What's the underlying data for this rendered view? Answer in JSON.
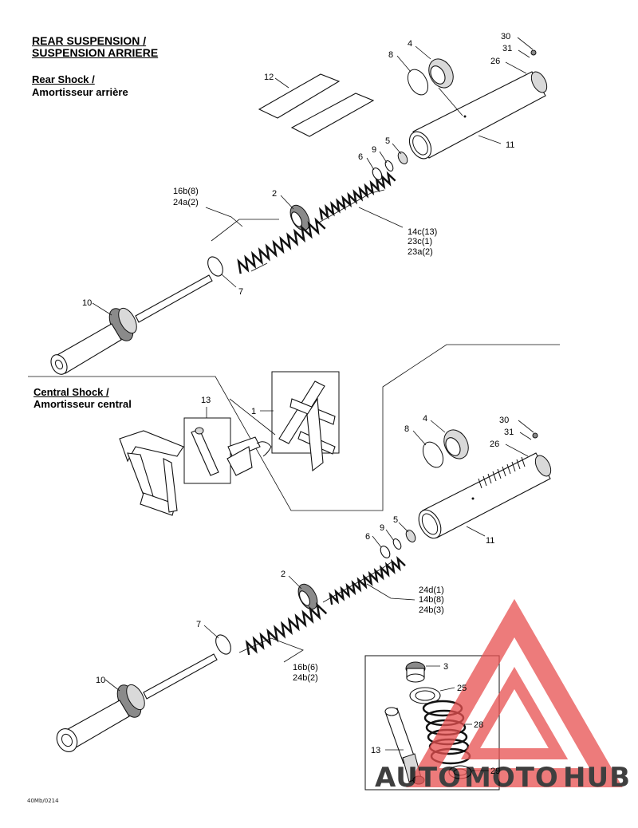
{
  "headings": {
    "main_en": "REAR SUSPENSION /",
    "main_fr": "SUSPENSION ARRIERE",
    "rear_en": "Rear Shock /",
    "rear_fr": "Amortisseur arrière",
    "central_en": "Central Shock /",
    "central_fr": "Amortisseur central"
  },
  "drawing_code": "40Mb/0214",
  "rear_labels": {
    "l30": "30",
    "l31": "31",
    "l26": "26",
    "l4": "4",
    "l8": "8",
    "l12": "12",
    "l11": "11",
    "l5": "5",
    "l9": "9",
    "l6": "6",
    "l2": "2",
    "l16b": "16b(8)",
    "l24a": "24a(2)",
    "l14c": "14c(13)",
    "l23c": "23c(1)",
    "l23a": "23a(2)",
    "l7": "7",
    "l10": "10"
  },
  "central_labels": {
    "l1": "1",
    "l13": "13",
    "l30": "30",
    "l31": "31",
    "l26": "26",
    "l4": "4",
    "l8": "8",
    "l11": "11",
    "l5": "5",
    "l9": "9",
    "l6": "6",
    "l2": "2",
    "l24d": "24d(1)",
    "l14b": "14b(8)",
    "l24b3": "24b(3)",
    "l7": "7",
    "l16b": "16b(6)",
    "l24b2": "24b(2)",
    "l10": "10"
  },
  "inset_labels": {
    "l3": "3",
    "l25": "25",
    "l28": "28",
    "l13": "13",
    "l29": "29"
  },
  "watermark": {
    "part1": "AUTO",
    "part2": "MOTO",
    "part3": "HUB",
    "color_orange": "#f5b027",
    "color_red": "#e85050",
    "color_gray": "#8c8c8c"
  }
}
